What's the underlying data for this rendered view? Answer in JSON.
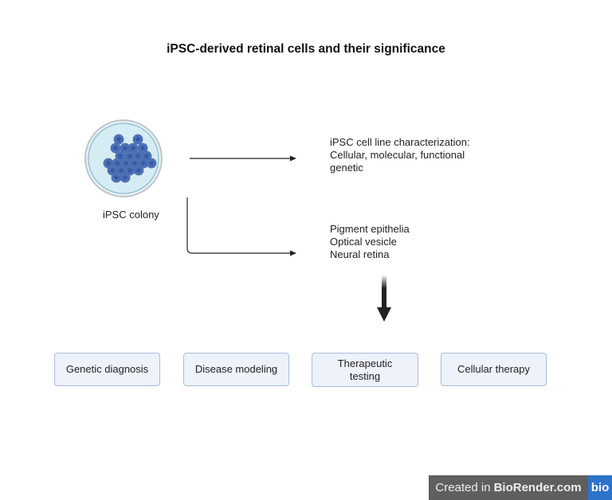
{
  "title": "iPSC-derived retinal cells and their significance",
  "colony_label": "iPSC colony",
  "characterization": [
    "iPSC cell line characterization:",
    "Cellular, molecular, functional",
    "genetic"
  ],
  "cell_types": [
    "Pigment epithelia",
    "Optical vesicle",
    "Neural retina"
  ],
  "applications": [
    "Genetic diagnosis",
    "Disease modeling",
    "Therapeutic testing",
    "Cellular therapy"
  ],
  "badge": {
    "prefix": "Created in",
    "brand": "BioRender.com",
    "logo": "bio"
  },
  "colors": {
    "box_fill": "#edf2fb",
    "box_border": "#a9bde0",
    "cell": "#3d62a8",
    "dish": "#d6ecf3"
  }
}
